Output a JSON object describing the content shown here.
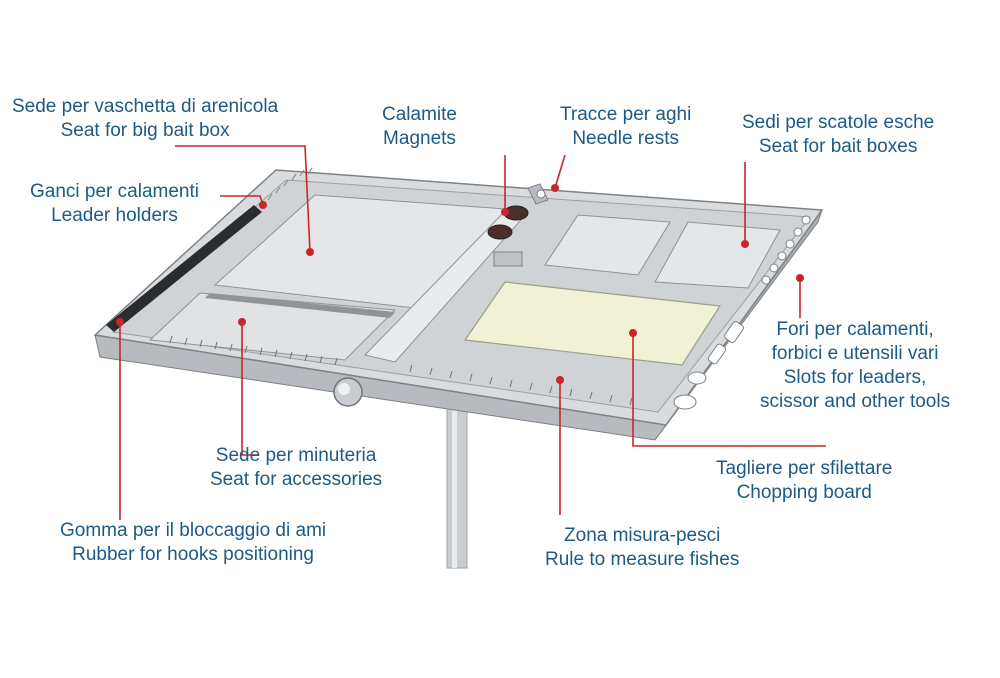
{
  "colors": {
    "label_text": "#1d5a86",
    "leader_line": "#c8262b",
    "tray_fill": "#d9dcdf",
    "tray_edge": "#7d8287",
    "chopping_board": "#f1f1d6"
  },
  "callouts": {
    "big_bait_box": {
      "it": "Sede per vaschetta di arenicola",
      "en": "Seat for big bait box"
    },
    "magnets": {
      "it": "Calamite",
      "en": "Magnets"
    },
    "needle_rests": {
      "it": "Tracce per aghi",
      "en": "Needle rests"
    },
    "bait_boxes": {
      "it": "Sedi per scatole esche",
      "en": "Seat for bait boxes"
    },
    "leader_holders": {
      "it": "Ganci per calamenti",
      "en": "Leader holders"
    },
    "tool_slots": {
      "it1": "Fori per calamenti,",
      "it2": "forbici e utensili vari",
      "en1": "Slots for leaders,",
      "en2": "scissor and other tools"
    },
    "accessories": {
      "it": "Sede per minuteria",
      "en": "Seat for  accessories"
    },
    "chopping_board": {
      "it": "Tagliere per sfilettare",
      "en": "Chopping board"
    },
    "hook_rubber": {
      "it": "Gomma per il bloccaggio di ami",
      "en": "Rubber for hooks positioning"
    },
    "fish_rule": {
      "it": "Zona misura-pesci",
      "en": "Rule to measure fishes"
    }
  }
}
